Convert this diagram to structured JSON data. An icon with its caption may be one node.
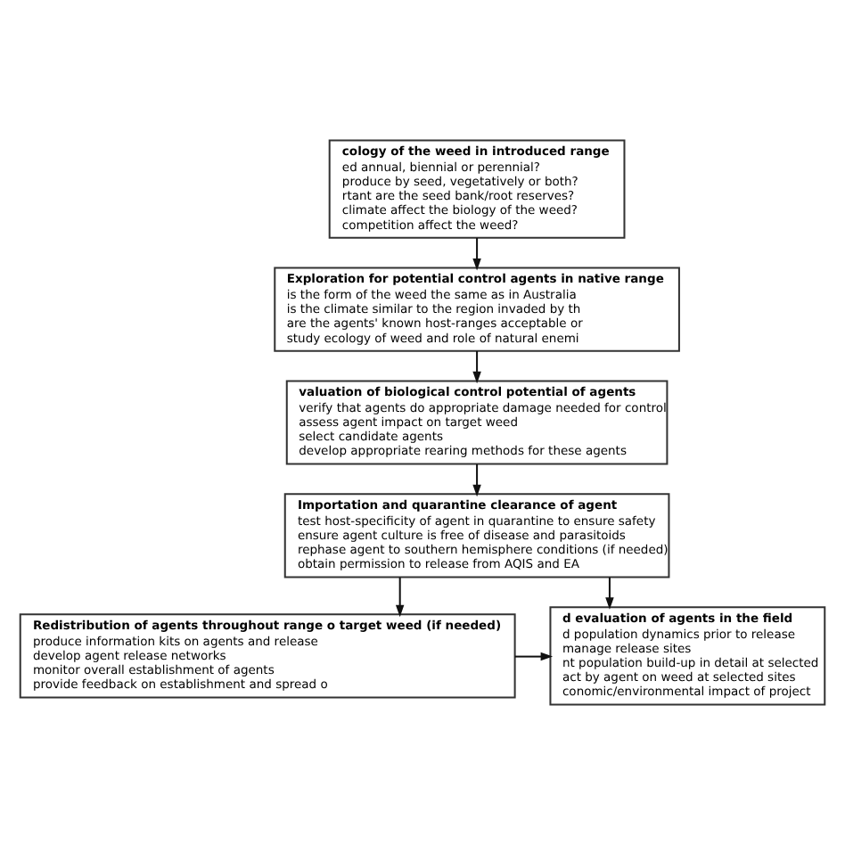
{
  "diagram": {
    "nodes": [
      {
        "text": [
          "cology of the weed in introduced range",
          "ed annual, biennial or perennial?",
          "produce by seed, vegetatively or both?",
          "rtant are the seed bank/root reserves?",
          "climate affect the biology of the weed?",
          "competition affect the weed?"
        ]
      },
      {
        "text": [
          "Exploration for potential control agents in native range",
          "is the form of the weed the same as in Australia",
          "is the climate similar to the region invaded by th",
          "are the agents' known host-ranges acceptable or",
          "study ecology of weed and role of natural enemi"
        ]
      },
      {
        "text": [
          "valuation of biological control potential of agents",
          "verify that agents do appropriate damage needed for control",
          "assess agent impact on target weed",
          "select candidate agents",
          "develop appropriate rearing methods for these agents"
        ]
      },
      {
        "text": [
          "Importation and quarantine clearance of agent",
          "test host-specificity of agent in quarantine to ensure safety",
          "ensure agent culture is free of disease and parasitoids",
          "rephase agent to southern hemisphere conditions (if needed)",
          "obtain permission to release from AQIS and EA"
        ]
      },
      {
        "text": [
          "d evaluation of agents in the field",
          "d population dynamics prior to release",
          "manage release sites",
          "nt population build-up in detail at selected",
          "act by agent on weed at selected sites",
          "conomic/environmental impact of project"
        ]
      },
      {
        "text": [
          "Redistribution of agents throughout range o target weed (if needed)",
          "produce information kits on agents and release",
          "develop agent release networks",
          "monitor overall establishment of agents",
          "provide feedback on establishment and spread o"
        ]
      }
    ],
    "edges": [
      {
        "from": 0,
        "to": 1,
        "arrow": "to"
      },
      {
        "from": 1,
        "to": 2,
        "arrow": "to"
      },
      {
        "from": 2,
        "to": 3,
        "arrow": "to"
      },
      {
        "from": 3,
        "to": 4,
        "arrow": "to"
      },
      {
        "from": 3,
        "to": 5,
        "arrow": "to"
      },
      {
        "from": 5,
        "to": 4,
        "arrow": "to"
      }
    ]
  }
}
